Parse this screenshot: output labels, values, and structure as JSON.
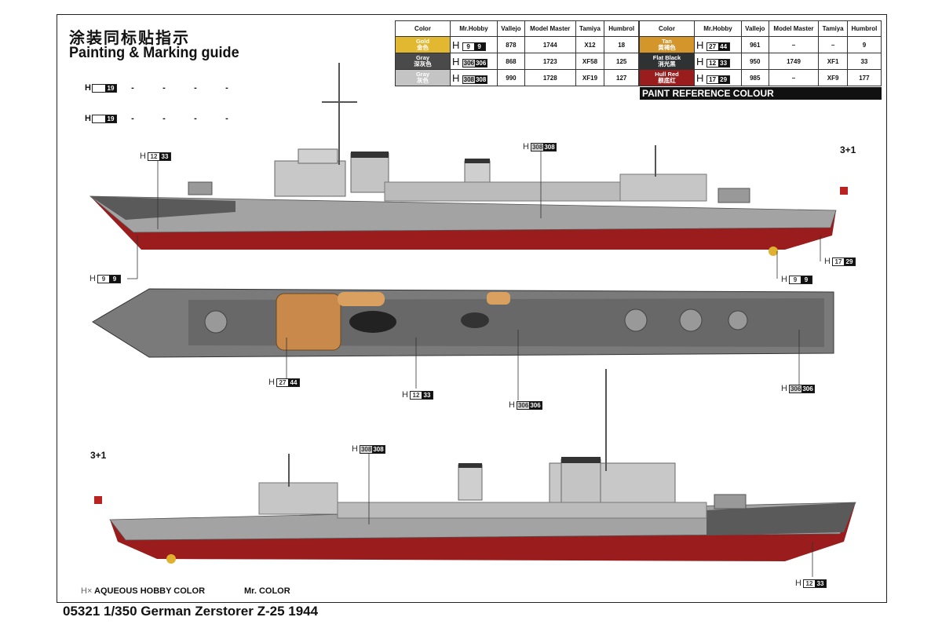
{
  "title_cn": "涂装同标贴指示",
  "title_en": "Painting & Marking guide",
  "blank_rows": [
    {
      "prefix": "H",
      "code": "19",
      "dashes": [
        "-",
        "-",
        "-",
        "-"
      ]
    },
    {
      "prefix": "H",
      "code": "19",
      "dashes": [
        "-",
        "-",
        "-",
        "-"
      ]
    }
  ],
  "table_headers": [
    "Color",
    "Mr.Hobby",
    "Vallejo",
    "Model Master",
    "Tamiya",
    "Humbrol"
  ],
  "paints_left": [
    {
      "name": "Gold",
      "cn": "金色",
      "swatch": "#e2b830",
      "h1": "9",
      "h2": "9",
      "vallejo": "878",
      "model_master": "1744",
      "tamiya": "X12",
      "humbrol": "18"
    },
    {
      "name": "Gray",
      "cn": "深灰色",
      "swatch": "#4a4a4a",
      "h1": "306",
      "h2": "306",
      "vallejo": "868",
      "model_master": "1723",
      "tamiya": "XF58",
      "humbrol": "125"
    },
    {
      "name": "Gray",
      "cn": "灰色",
      "swatch": "#c4c4c4",
      "h1": "308",
      "h2": "308",
      "vallejo": "990",
      "model_master": "1728",
      "tamiya": "XF19",
      "humbrol": "127"
    }
  ],
  "paints_right": [
    {
      "name": "Tan",
      "cn": "黄褐色",
      "swatch": "#d4962a",
      "h1": "27",
      "h2": "44",
      "vallejo": "961",
      "model_master": "–",
      "tamiya": "–",
      "humbrol": "9"
    },
    {
      "name": "Flat Black",
      "cn": "消光黑",
      "swatch": "#2e3233",
      "h1": "12",
      "h2": "33",
      "vallejo": "950",
      "model_master": "1749",
      "tamiya": "XF1",
      "humbrol": "33"
    },
    {
      "name": "Hull Red",
      "cn": "舰底红",
      "swatch": "#9a1c1c",
      "h1": "17",
      "h2": "29",
      "vallejo": "985",
      "model_master": "–",
      "tamiya": "XF9",
      "humbrol": "177"
    }
  ],
  "paint_reference_label": "PAINT  REFERENCE COLOUR",
  "callouts": [
    {
      "h1": "12",
      "h2": "33"
    },
    {
      "h1": "308",
      "h2": "308"
    },
    {
      "h1": "9",
      "h2": "9"
    },
    {
      "h1": "9",
      "h2": "9"
    },
    {
      "h1": "17",
      "h2": "29"
    },
    {
      "h1": "27",
      "h2": "44"
    },
    {
      "h1": "12",
      "h2": "33"
    },
    {
      "h1": "306",
      "h2": "306"
    },
    {
      "h1": "306",
      "h2": "306"
    },
    {
      "h1": "308",
      "h2": "308"
    },
    {
      "h1": "12",
      "h2": "33"
    }
  ],
  "callout_prefix": "H",
  "flag_counts": [
    "3+1",
    "3+1"
  ],
  "legend": {
    "hx": "H×",
    "aqueous": "AQUEOUS HOBBY COLOR",
    "mr_color": "Mr. COLOR"
  },
  "footer": "05321 1/350  German Zerstorer Z-25 1944",
  "colors": {
    "hull_gray": "#9a9a9a",
    "deck_gray": "#6e6e6e",
    "hull_red": "#9a1c1c",
    "light_gray": "#cfcfcf",
    "wood": "#c8894a"
  }
}
